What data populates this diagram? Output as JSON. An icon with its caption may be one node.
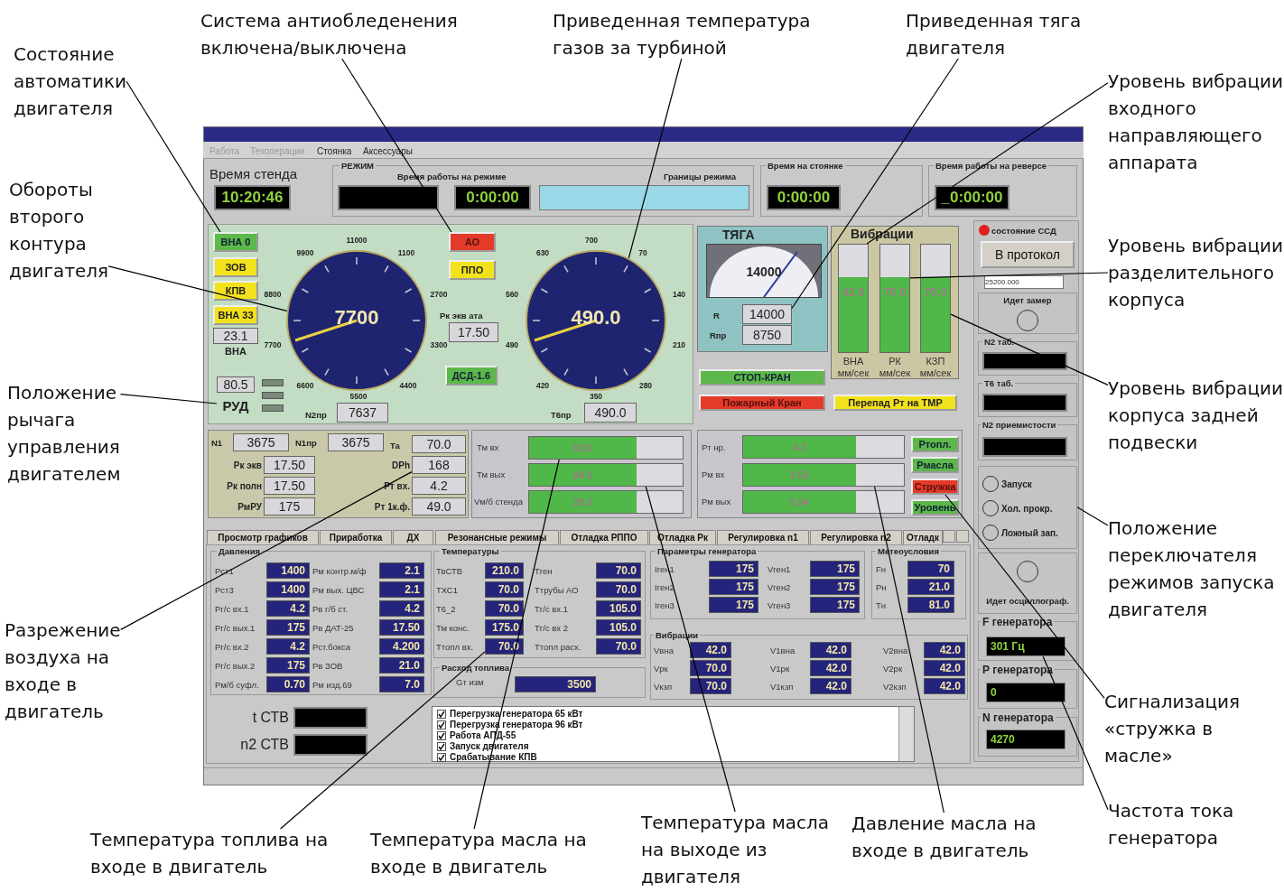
{
  "diagram": {
    "nodes": [
      {
        "text": [
          "Состояние автоматики двигателя"
        ]
      },
      {
        "text": [
          "Система антиобледенения включена/выключена"
        ]
      },
      {
        "text": [
          "Приведенная температура газов за турбиной"
        ]
      },
      {
        "text": [
          "Приведенная тяга двигателя"
        ]
      },
      {
        "text": [
          "Уровень вибрации входного направляющего аппарата"
        ]
      },
      {
        "text": [
          "Обороты второго контура двигателя"
        ]
      },
      {
        "text": [
          "Уровень вибрации разделительного корпуса"
        ]
      },
      {
        "text": [
          "Положение рычага управления двигателем"
        ]
      },
      {
        "text": [
          "Уровень вибрации корпуса задней подвески"
        ]
      },
      {
        "text": [
          "Положение переключателя режимов запуска двигателя"
        ]
      },
      {
        "text": [
          "Разрежение воздуха на входе в двигатель"
        ]
      },
      {
        "text": [
          "Сигнализация «стружка в масле»"
        ]
      },
      {
        "text": [
          "Частота тока генератора"
        ]
      },
      {
        "text": [
          "Температура топлива на входе в двигатель"
        ]
      },
      {
        "text": [
          "Температура масла на входе в двигатель"
        ]
      },
      {
        "text": [
          "Температура масла на выходе из двигателя"
        ]
      },
      {
        "text": [
          "Давление масла на входе в двигатель"
        ]
      },
      {
        "text": [
          "10:20:46"
        ]
      },
      {
        "text": [
          "РЕЖИМ",
          "Время работы на режиме",
          "Границы режима"
        ]
      },
      {
        "text": [],
        "shape": "box",
        "in": 18
      },
      {
        "text": [
          "0:00:00"
        ],
        "in": 18
      },
      {
        "text": [],
        "shape": "bar",
        "in": 18
      },
      {
        "text": [
          "Время на стоянке"
        ]
      },
      {
        "text": [
          "0:00:00"
        ],
        "in": 22
      },
      {
        "text": [
          "Время работы на реверсе"
        ]
      },
      {
        "text": [
          "_0:00:00"
        ],
        "in": 24
      },
      {
        "text": [
          "ВНА 0"
        ]
      },
      {
        "text": [
          "ЗОВ"
        ]
      },
      {
        "text": [
          "КПВ"
        ]
      },
      {
        "text": [
          "ВНА 33"
        ]
      },
      {
        "text": [
          "23.1"
        ]
      },
      {
        "text": [
          "80.5"
        ]
      },
      {
        "text": [
          "РУД"
        ]
      },
      {
        "text": [
          "7700"
        ]
      },
      {
        "text": [
          "7637"
        ]
      },
      {
        "text": [
          "АО"
        ]
      },
      {
        "text": [
          "ППО"
        ]
      },
      {
        "text": [
          "17.50"
        ]
      },
      {
        "text": [
          "ДСД-1.6"
        ]
      },
      {
        "text": [
          "490.0"
        ]
      },
      {
        "text": [
          "490.0"
        ]
      },
      {
        "text": [
          "ТЯГА"
        ]
      },
      {
        "text": [
          "14000"
        ],
        "in": 41
      },
      {
        "text": [
          "14000"
        ],
        "in": 41
      },
      {
        "text": [
          "8750"
        ],
        "in": 41
      },
      {
        "text": [
          "Вибрации"
        ]
      },
      {
        "text": [
          "42.0"
        ],
        "in": 45
      },
      {
        "text": [
          "70.0"
        ],
        "in": 45
      },
      {
        "text": [
          "70.0"
        ],
        "in": 45
      },
      {
        "text": [
          "СТОП-КРАН"
        ]
      },
      {
        "text": [
          "Пожарный Кран"
        ]
      },
      {
        "text": [
          "Перепад Рт на ТМР"
        ]
      },
      {
        "text": [
          "В протокол"
        ]
      },
      {
        "text": [
          "25200.000"
        ]
      },
      {
        "text": [
          "Идет замер"
        ]
      },
      {
        "text": [
          "N2 таб."
        ]
      },
      {
        "text": [],
        "shape": "box",
        "in": 55
      },
      {
        "text": [
          "Т6 таб."
        ]
      },
      {
        "text": [],
        "shape": "box",
        "in": 57
      },
      {
        "text": [
          "N2 приемистости"
        ]
      },
      {
        "text": [],
        "shape": "box",
        "in": 59
      },
      {
        "text": [
          "Запуск",
          "Хол. прокр.",
          "Ложный зап."
        ]
      },
      {
        "text": [
          "Идет осциллограф."
        ]
      },
      {
        "text": [
          "F генератора"
        ]
      },
      {
        "text": [
          "301 Гц"
        ],
        "in": 63
      },
      {
        "text": [
          "Р генератора"
        ]
      },
      {
        "text": [
          "0"
        ],
        "in": 65
      },
      {
        "text": [
          "N генератора"
        ]
      },
      {
        "text": [
          "4270"
        ],
        "in": 67
      },
      {
        "text": [
          "3675"
        ]
      },
      {
        "text": [
          "3675"
        ]
      },
      {
        "text": [
          "70.0"
        ]
      },
      {
        "text": [
          "17.50"
        ]
      },
      {
        "text": [
          "168"
        ]
      },
      {
        "text": [
          "17.50"
        ]
      },
      {
        "text": [
          "4.2"
        ]
      },
      {
        "text": [
          "175"
        ]
      },
      {
        "text": [
          "49.0"
        ]
      },
      {
        "text": [
          "63.0"
        ]
      },
      {
        "text": [
          "84.0"
        ]
      },
      {
        "text": [
          "28.0"
        ]
      },
      {
        "text": [
          "4.2"
        ]
      },
      {
        "text": [
          "Ртопл."
        ]
      },
      {
        "text": [
          "3.53"
        ]
      },
      {
        "text": [
          "Рмасла"
        ]
      },
      {
        "text": [
          "Стружка"
        ]
      },
      {
        "text": [
          "0.84"
        ]
      },
      {
        "text": [
          "Уровень"
        ]
      },
      {
        "text": [
          "Просмотр графиков"
        ]
      },
      {
        "text": [
          "Приработка"
        ]
      },
      {
        "text": [
          "ДХ"
        ]
      },
      {
        "text": [
          "Резонансные режимы"
        ]
      },
      {
        "text": [
          "Отладка РППО"
        ]
      },
      {
        "text": [
          "Отладка Рк"
        ]
      },
      {
        "text": [
          "Регулировка n1"
        ]
      },
      {
        "text": [
          "Регулировка n2"
        ]
      },
      {
        "text": [
          "Отладк"
        ]
      },
      {
        "text": [
          "Давления"
        ]
      },
      {
        "text": [
          "1400"
        ],
        "in": 97
      },
      {
        "text": [
          "2.1"
        ],
        "in": 97
      },
      {
        "text": [
          "1400"
        ],
        "in": 97
      },
      {
        "text": [
          "2.1"
        ],
        "in": 97
      },
      {
        "text": [
          "4.2"
        ],
        "in": 97
      },
      {
        "text": [
          "4.2"
        ],
        "in": 97
      },
      {
        "text": [
          "175"
        ],
        "in": 97
      },
      {
        "text": [
          "17.50"
        ],
        "in": 97
      },
      {
        "text": [
          "4.2"
        ],
        "in": 97
      },
      {
        "text": [
          "4.200"
        ],
        "in": 97
      },
      {
        "text": [
          "175"
        ],
        "in": 97
      },
      {
        "text": [
          "21.0"
        ],
        "in": 97
      },
      {
        "text": [
          "0.70"
        ],
        "in": 97
      },
      {
        "text": [
          "7.0"
        ],
        "in": 97
      },
      {
        "text": [
          "Температуры"
        ]
      },
      {
        "text": [
          "210.0"
        ],
        "in": 112
      },
      {
        "text": [
          "70.0"
        ],
        "in": 112
      },
      {
        "text": [
          "70.0"
        ],
        "in": 112
      },
      {
        "text": [
          "70.0"
        ],
        "in": 112
      },
      {
        "text": [
          "70.0"
        ],
        "in": 112
      },
      {
        "text": [
          "105.0"
        ],
        "in": 112
      },
      {
        "text": [
          "175.0"
        ],
        "in": 112
      },
      {
        "text": [
          "105.0"
        ],
        "in": 112
      },
      {
        "text": [
          "70.0"
        ],
        "in": 112
      },
      {
        "text": [
          "70.0"
        ],
        "in": 112
      },
      {
        "text": [
          "Расход топлива"
        ]
      },
      {
        "text": [
          "3500"
        ],
        "in": 123
      },
      {
        "text": [
          "Параметры генератора"
        ]
      },
      {
        "text": [
          "175"
        ],
        "in": 125
      },
      {
        "text": [
          "175"
        ],
        "in": 125
      },
      {
        "text": [
          "175"
        ],
        "in": 125
      },
      {
        "text": [
          "175"
        ],
        "in": 125
      },
      {
        "text": [
          "175"
        ],
        "in": 125
      },
      {
        "text": [
          "175"
        ],
        "in": 125
      },
      {
        "text": [
          "Метеоусловия"
        ]
      },
      {
        "text": [
          "70"
        ],
        "in": 132
      },
      {
        "text": [
          "21.0"
        ],
        "in": 132
      },
      {
        "text": [
          "81.0"
        ],
        "in": 132
      },
      {
        "text": [
          "Вибрации"
        ]
      },
      {
        "text": [
          "42.0"
        ],
        "in": 136
      },
      {
        "text": [
          "42.0"
        ],
        "in": 136
      },
      {
        "text": [
          "42.0"
        ],
        "in": 136
      },
      {
        "text": [
          "70.0"
        ],
        "in": 136
      },
      {
        "text": [
          "42.0"
        ],
        "in": 136
      },
      {
        "text": [
          "42.0"
        ],
        "in": 136
      },
      {
        "text": [
          "70.0"
        ],
        "in": 136
      },
      {
        "text": [
          "42.0"
        ],
        "in": 136
      },
      {
        "text": [
          "42.0"
        ],
        "in": 136
      },
      {
        "text": [],
        "shape": "box"
      },
      {
        "text": [],
        "shape": "box"
      },
      {
        "text": [
          "Перегрузка генератора 65 кВт",
          "Перегрузка генератора 96 кВт",
          "Работа АПД-55",
          "Запуск двигателя",
          "Срабатывание КПВ"
        ]
      }
    ],
    "edges": [
      {
        "from": 0,
        "to": 26,
        "arrow": "none"
      },
      {
        "from": 1,
        "to": 35,
        "arrow": "none"
      },
      {
        "from": 2,
        "to": 39,
        "arrow": "none"
      },
      {
        "from": 3,
        "to": 43,
        "arrow": "none"
      },
      {
        "from": 4,
        "to": 46,
        "arrow": "none"
      },
      {
        "from": 5,
        "to": 33,
        "arrow": "none"
      },
      {
        "from": 6,
        "to": 47,
        "arrow": "none"
      },
      {
        "from": 7,
        "to": 32,
        "arrow": "none"
      },
      {
        "from": 8,
        "to": 48,
        "arrow": "none"
      },
      {
        "from": 9,
        "to": 61,
        "arrow": "none"
      },
      {
        "from": 10,
        "to": 73,
        "arrow": "none"
      },
      {
        "from": 11,
        "to": 85,
        "arrow": "none"
      },
      {
        "from": 12,
        "to": 64,
        "arrow": "none"
      },
      {
        "from": 13,
        "to": 121,
        "arrow": "none"
      },
      {
        "from": 14,
        "to": 78,
        "arrow": "none"
      },
      {
        "from": 15,
        "to": 79,
        "arrow": "none"
      },
      {
        "from": 16,
        "to": 83,
        "arrow": "none"
      }
    ],
    "labels": [
      "Работа",
      "Техоперации",
      "Стоянка",
      "Аксессуары",
      "Время стенда",
      "ВНА",
      "11000",
      "9900",
      "1100",
      "8800",
      "2700",
      "7700",
      "3300",
      "6600",
      "4400",
      "5500",
      "N2пр",
      "Рк экв ата",
      "700",
      "630",
      "70",
      "560",
      "140",
      "490",
      "210",
      "420",
      "280",
      "350",
      "Т6пр",
      "R",
      "Rпр",
      "ВНА",
      "РК",
      "КЗП",
      "мм/сек",
      "мм/сек",
      "мм/сек",
      "состояние ССД",
      "N1",
      "N1пр",
      "Та",
      "Рк экв",
      "DPh",
      "Рк полн",
      "Рт вх.",
      "РмРУ",
      "Рт 1к.ф.",
      "Тм вх",
      "Тм вых",
      "Vм/б стенда",
      "Рт нр.",
      "Рм вх",
      "Рм вых",
      "Рст1",
      "Рм контр.м/ф",
      "Рст3",
      "Рм вых. ЦВС",
      "Рг/с вх.1",
      "Рв г/б ст.",
      "Рг/с вых.1",
      "Рв ДАТ-25",
      "Рг/с вх.2",
      "Рст.бокса",
      "Рг/с вых.2",
      "Рв ЗОВ",
      "Рм/б суфл.",
      "Рм изд.69",
      "ТвСТВ",
      "Тген",
      "ТХС1",
      "Ттрубы АО",
      "Т6_2",
      "Тг/с вх.1",
      "Тм конс.",
      "Тг/с вх 2",
      "Ттопл вх.",
      "Ттопл расх.",
      "Gт изм",
      "Iген1",
      "Vген1",
      "Iген2",
      "Vген2",
      "Iген3",
      "Vген3",
      "Fн",
      "Рн",
      "Тн",
      "Vвна",
      "V1вна",
      "V2вна",
      "Vрк",
      "V1рк",
      "V2рк",
      "Vкзп",
      "V1кзп",
      "V2кзп",
      "t СТВ",
      "n2 СТВ"
    ]
  }
}
